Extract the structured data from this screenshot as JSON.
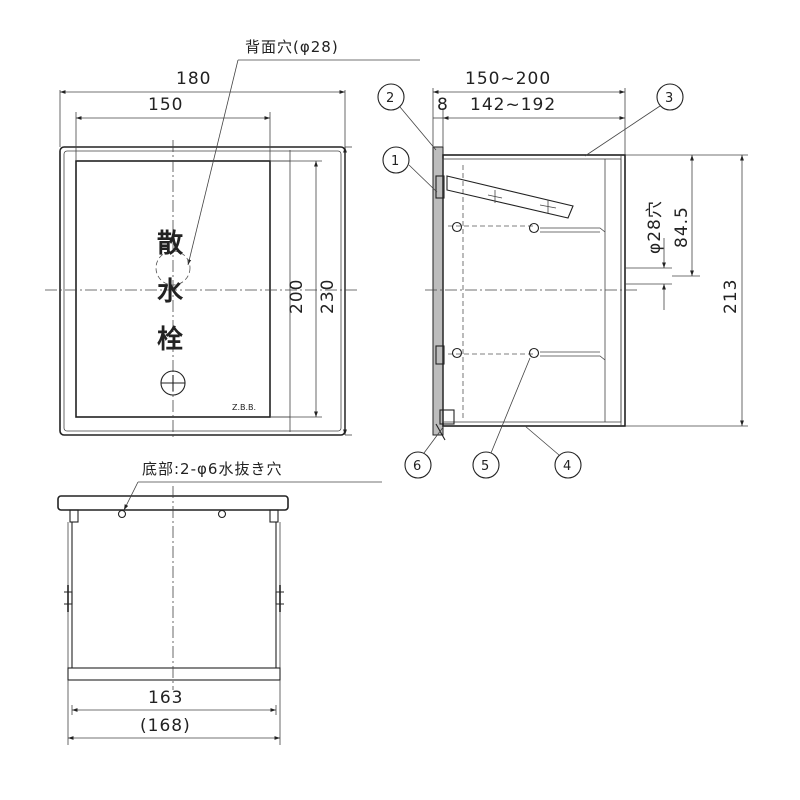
{
  "front_view": {
    "dim_outer_width": "180",
    "dim_inner_width": "150",
    "dim_inner_height": "200",
    "dim_outer_height": "230",
    "rear_hole_note": "背面穴(φ28)",
    "label_chars": [
      "散",
      "水",
      "栓"
    ],
    "maker_mark": "Z.B.B."
  },
  "side_view": {
    "dim_depth_range": "150~200",
    "dim_flange": "8",
    "dim_inner_depth_range": "142~192",
    "dim_hole": "φ28穴",
    "dim_hole_height": "84.5",
    "dim_total_height": "213",
    "callouts": [
      "1",
      "2",
      "3",
      "4",
      "5",
      "6"
    ]
  },
  "bottom_view": {
    "drain_note": "底部:2-φ6水抜き穴",
    "dim_width": "163",
    "dim_width_ref": "(168)"
  }
}
